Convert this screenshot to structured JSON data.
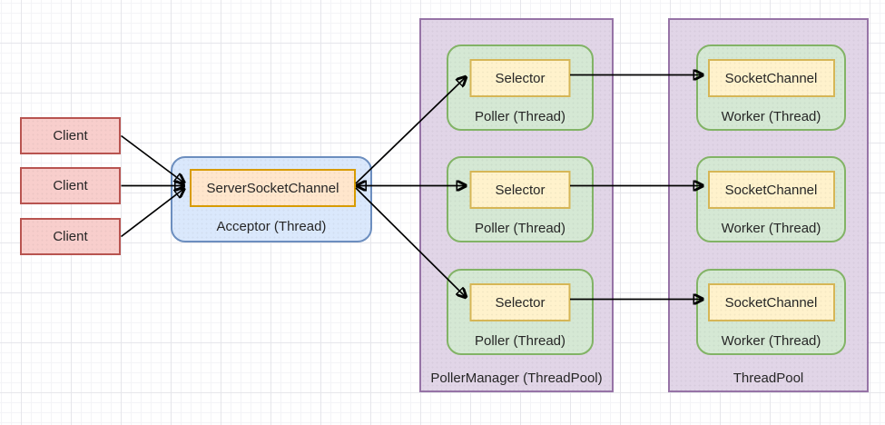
{
  "diagram": {
    "clients": [
      {
        "label": "Client"
      },
      {
        "label": "Client"
      },
      {
        "label": "Client"
      }
    ],
    "acceptor": {
      "channel_label": "ServerSocketChannel",
      "label": "Acceptor (Thread)"
    },
    "poller_manager": {
      "label": "PollerManager (ThreadPool)",
      "pollers": [
        {
          "channel_label": "Selector",
          "label": "Poller (Thread)"
        },
        {
          "channel_label": "Selector",
          "label": "Poller (Thread)"
        },
        {
          "channel_label": "Selector",
          "label": "Poller (Thread)"
        }
      ]
    },
    "thread_pool": {
      "label": "ThreadPool",
      "workers": [
        {
          "channel_label": "SocketChannel",
          "label": "Worker (Thread)"
        },
        {
          "channel_label": "SocketChannel",
          "label": "Worker (Thread)"
        },
        {
          "channel_label": "SocketChannel",
          "label": "Worker (Thread)"
        }
      ]
    },
    "edges": [
      {
        "from": "client-1",
        "to": "server-socket-channel"
      },
      {
        "from": "client-2",
        "to": "server-socket-channel"
      },
      {
        "from": "client-3",
        "to": "server-socket-channel"
      },
      {
        "from": "server-socket-channel",
        "to": "selector-1"
      },
      {
        "from": "server-socket-channel",
        "to": "selector-2",
        "bidirectional": true
      },
      {
        "from": "server-socket-channel",
        "to": "selector-3"
      },
      {
        "from": "selector-1",
        "to": "socket-channel-1"
      },
      {
        "from": "selector-2",
        "to": "socket-channel-2"
      },
      {
        "from": "selector-3",
        "to": "socket-channel-3"
      }
    ],
    "colors": {
      "client_fill": "#f8cecc",
      "client_border": "#b85450",
      "acceptor_fill": "#dae8fc",
      "acceptor_border": "#6c8ebf",
      "channel_fill": "#ffe6cc",
      "channel_border": "#d79b00",
      "selector_fill": "#fff2cc",
      "selector_border": "#d6b656",
      "thread_fill": "#d5e8d4",
      "thread_border": "#82b366",
      "pool_fill": "#e1d5e7",
      "pool_border": "#9673a6",
      "edge": "#000000"
    }
  }
}
